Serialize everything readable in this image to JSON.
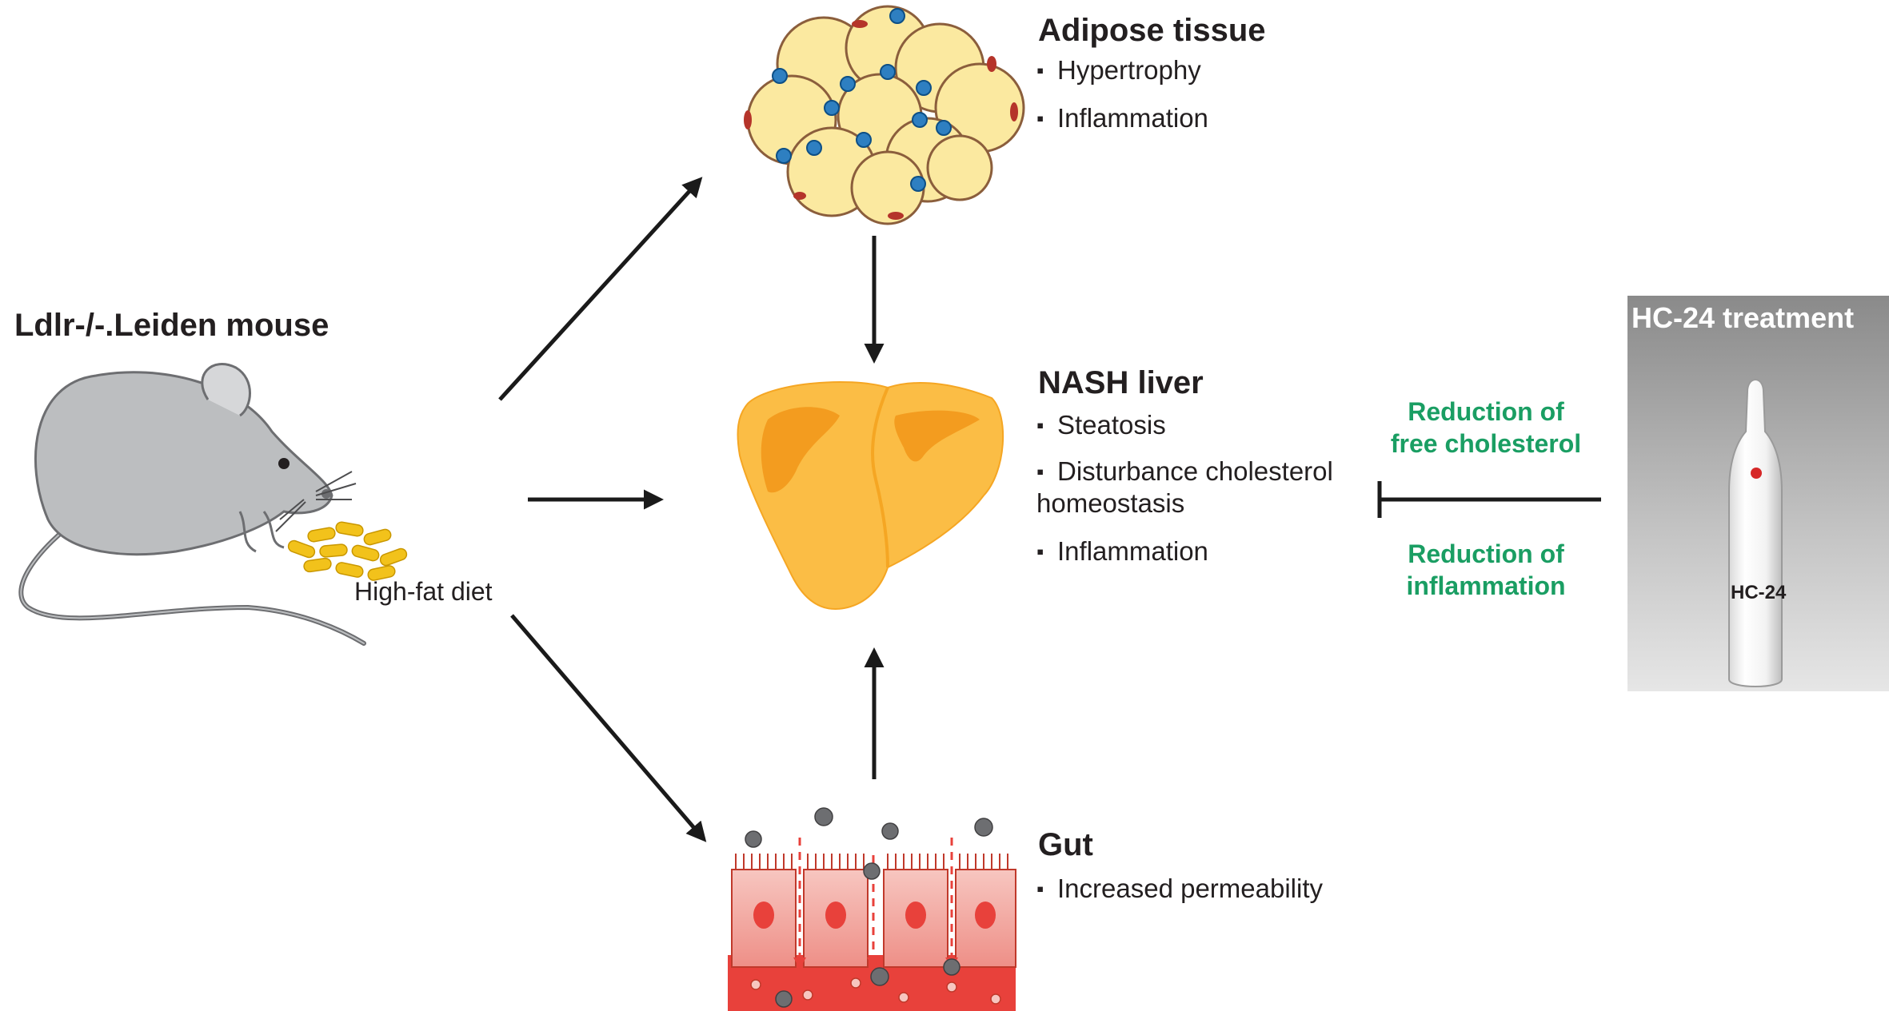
{
  "mouse": {
    "title": "Ldlr-/-.Leiden mouse",
    "diet_label": "High-fat diet"
  },
  "adipose": {
    "title": "Adipose tissue",
    "items": [
      "Hypertrophy",
      "Inflammation"
    ]
  },
  "liver": {
    "title": "NASH liver",
    "items": [
      "Steatosis",
      "Disturbance cholesterol homeostasis",
      "Inflammation"
    ]
  },
  "gut": {
    "title": "Gut",
    "items": [
      "Increased permeability"
    ]
  },
  "treatment": {
    "title": "HC-24 treatment",
    "vial_label": "HC-24",
    "effect_1": [
      "Reduction of",
      "free cholesterol"
    ],
    "effect_2": [
      "Reduction of",
      "inflammation"
    ]
  },
  "colors": {
    "effect_text": "#1a9e63",
    "adipocyte_fill": "#fbe9a0",
    "liver_fill": "#fbbd45",
    "gut_fill": "#f2a8a1",
    "mouse_fill": "#bcbec0"
  }
}
